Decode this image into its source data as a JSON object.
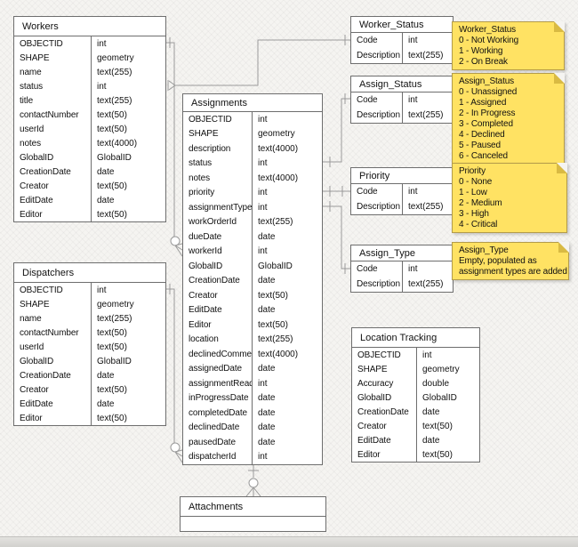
{
  "colors": {
    "background": "#f5f4f1",
    "table_border": "#6e6e6e",
    "connector": "#9a9a9a",
    "note_fill": "#ffe263",
    "note_border": "#b39b4b"
  },
  "tables": {
    "workers": {
      "title": "Workers",
      "fields": [
        [
          "OBJECTID",
          "int"
        ],
        [
          "SHAPE",
          "geometry"
        ],
        [
          "name",
          "text(255)"
        ],
        [
          "status",
          "int"
        ],
        [
          "title",
          "text(255)"
        ],
        [
          "contactNumber",
          "text(50)"
        ],
        [
          "userId",
          "text(50)"
        ],
        [
          "notes",
          "text(4000)"
        ],
        [
          "GlobalID",
          "GlobalID"
        ],
        [
          "CreationDate",
          "date"
        ],
        [
          "Creator",
          "text(50)"
        ],
        [
          "EditDate",
          "date"
        ],
        [
          "Editor",
          "text(50)"
        ]
      ]
    },
    "dispatchers": {
      "title": "Dispatchers",
      "fields": [
        [
          "OBJECTID",
          "int"
        ],
        [
          "SHAPE",
          "geometry"
        ],
        [
          "name",
          "text(255)"
        ],
        [
          "contactNumber",
          "text(50)"
        ],
        [
          "userId",
          "text(50)"
        ],
        [
          "GlobalID",
          "GlobalID"
        ],
        [
          "CreationDate",
          "date"
        ],
        [
          "Creator",
          "text(50)"
        ],
        [
          "EditDate",
          "date"
        ],
        [
          "Editor",
          "text(50)"
        ]
      ]
    },
    "assignments": {
      "title": "Assignments",
      "fields": [
        [
          "OBJECTID",
          "int"
        ],
        [
          "SHAPE",
          "geometry"
        ],
        [
          "description",
          "text(4000)"
        ],
        [
          "status",
          "int"
        ],
        [
          "notes",
          "text(4000)"
        ],
        [
          "priority",
          "int"
        ],
        [
          "assignmentType",
          "int"
        ],
        [
          "workOrderId",
          "text(255)"
        ],
        [
          "dueDate",
          "date"
        ],
        [
          "workerId",
          "int"
        ],
        [
          "GlobalID",
          "GlobalID"
        ],
        [
          "CreationDate",
          "date"
        ],
        [
          "Creator",
          "text(50)"
        ],
        [
          "EditDate",
          "date"
        ],
        [
          "Editor",
          "text(50)"
        ],
        [
          "location",
          "text(255)"
        ],
        [
          "declinedComment",
          "text(4000)"
        ],
        [
          "assignedDate",
          "date"
        ],
        [
          "assignmentRead",
          "int"
        ],
        [
          "inProgressDate",
          "date"
        ],
        [
          "completedDate",
          "date"
        ],
        [
          "declinedDate",
          "date"
        ],
        [
          "pausedDate",
          "date"
        ],
        [
          "dispatcherId",
          "int"
        ]
      ]
    },
    "worker_status": {
      "title": "Worker_Status",
      "fields": [
        [
          "Code",
          "int"
        ],
        [
          "Description",
          "text(255)"
        ]
      ]
    },
    "assign_status": {
      "title": "Assign_Status",
      "fields": [
        [
          "Code",
          "int"
        ],
        [
          "Description",
          "text(255)"
        ]
      ]
    },
    "priority": {
      "title": "Priority",
      "fields": [
        [
          "Code",
          "int"
        ],
        [
          "Description",
          "text(255)"
        ]
      ]
    },
    "assign_type": {
      "title": "Assign_Type",
      "fields": [
        [
          "Code",
          "int"
        ],
        [
          "Description",
          "text(255)"
        ]
      ]
    },
    "location_tracking": {
      "title": "Location Tracking",
      "fields": [
        [
          "OBJECTID",
          "int"
        ],
        [
          "SHAPE",
          "geometry"
        ],
        [
          "Accuracy",
          "double"
        ],
        [
          "GlobalID",
          "GlobalID"
        ],
        [
          "CreationDate",
          "date"
        ],
        [
          "Creator",
          "text(50)"
        ],
        [
          "EditDate",
          "date"
        ],
        [
          "Editor",
          "text(50)"
        ]
      ]
    },
    "attachments": {
      "title": "Attachments",
      "fields": []
    }
  },
  "notes": {
    "worker_status": {
      "title": "Worker_Status",
      "lines": [
        "0 - Not Working",
        "1 - Working",
        "2 - On Break"
      ]
    },
    "assign_status": {
      "title": "Assign_Status",
      "lines": [
        "0 - Unassigned",
        "1 - Assigned",
        "2 - In Progress",
        "3 - Completed",
        "4 - Declined",
        "5 - Paused",
        "6 - Canceled"
      ]
    },
    "priority": {
      "title": "Priority",
      "lines": [
        "0 - None",
        "1 - Low",
        "2 - Medium",
        "3 - High",
        "4 - Critical"
      ]
    },
    "assign_type": {
      "title": "Assign_Type",
      "lines": [
        "Empty, populated as",
        "assignment types are added"
      ]
    }
  }
}
